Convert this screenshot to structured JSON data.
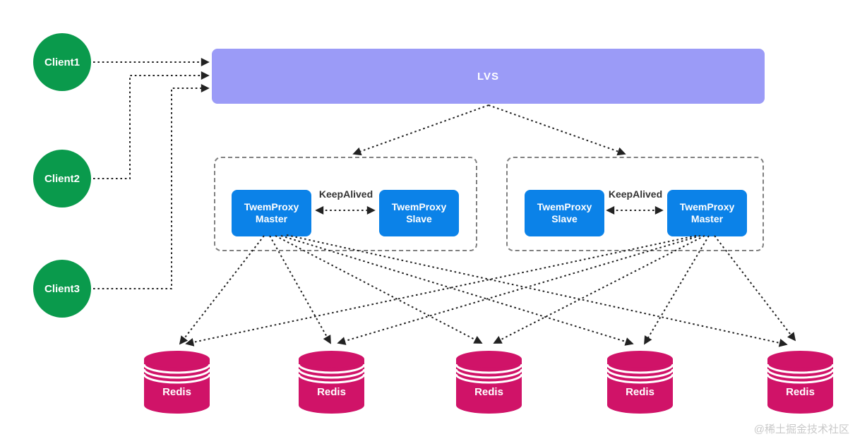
{
  "diagram": {
    "type": "architecture",
    "description": "LVS + TwemProxy (KeepAlived HA pairs) + Redis sharding topology"
  },
  "clients": [
    {
      "label": "Client1"
    },
    {
      "label": "Client2"
    },
    {
      "label": "Client3"
    }
  ],
  "lvs": {
    "label": "LVS"
  },
  "proxy_groups": [
    {
      "left_box": "TwemProxy Master",
      "right_box": "TwemProxy Slave",
      "link_label": "KeepAlived"
    },
    {
      "left_box": "TwemProxy Slave",
      "right_box": "TwemProxy Master",
      "link_label": "KeepAlived"
    }
  ],
  "redis_nodes": [
    {
      "label": "Redis"
    },
    {
      "label": "Redis"
    },
    {
      "label": "Redis"
    },
    {
      "label": "Redis"
    },
    {
      "label": "Redis"
    }
  ],
  "edges": [
    {
      "from": "Client1",
      "to": "LVS",
      "style": "dotted-arrow"
    },
    {
      "from": "Client2",
      "to": "LVS",
      "style": "dotted-arrow"
    },
    {
      "from": "Client3",
      "to": "LVS",
      "style": "dotted-arrow"
    },
    {
      "from": "LVS",
      "to": "proxy-group-1",
      "style": "dotted-arrow"
    },
    {
      "from": "LVS",
      "to": "proxy-group-2",
      "style": "dotted-arrow"
    },
    {
      "from": "TwemProxy Master (group 1)",
      "to": "TwemProxy Slave (group 1)",
      "label": "KeepAlived",
      "bidirectional": true
    },
    {
      "from": "TwemProxy Slave (group 2)",
      "to": "TwemProxy Master (group 2)",
      "label": "KeepAlived",
      "bidirectional": true
    },
    {
      "from": "TwemProxy Master (group 1)",
      "to": "Redis 1,2,3,4,5",
      "style": "dotted-arrow"
    },
    {
      "from": "TwemProxy Master (group 2)",
      "to": "Redis 1,2,3,4,5",
      "style": "dotted-arrow"
    }
  ],
  "watermark": "@稀土掘金技术社区",
  "colors": {
    "client": "#0a9a4c",
    "lvs": "#9b9bf7",
    "proxy": "#0b82e8",
    "redis": "#d01368",
    "dash": "#808080",
    "arrow": "#222222",
    "label": "#333333",
    "watermark": "#c9c9c9"
  }
}
